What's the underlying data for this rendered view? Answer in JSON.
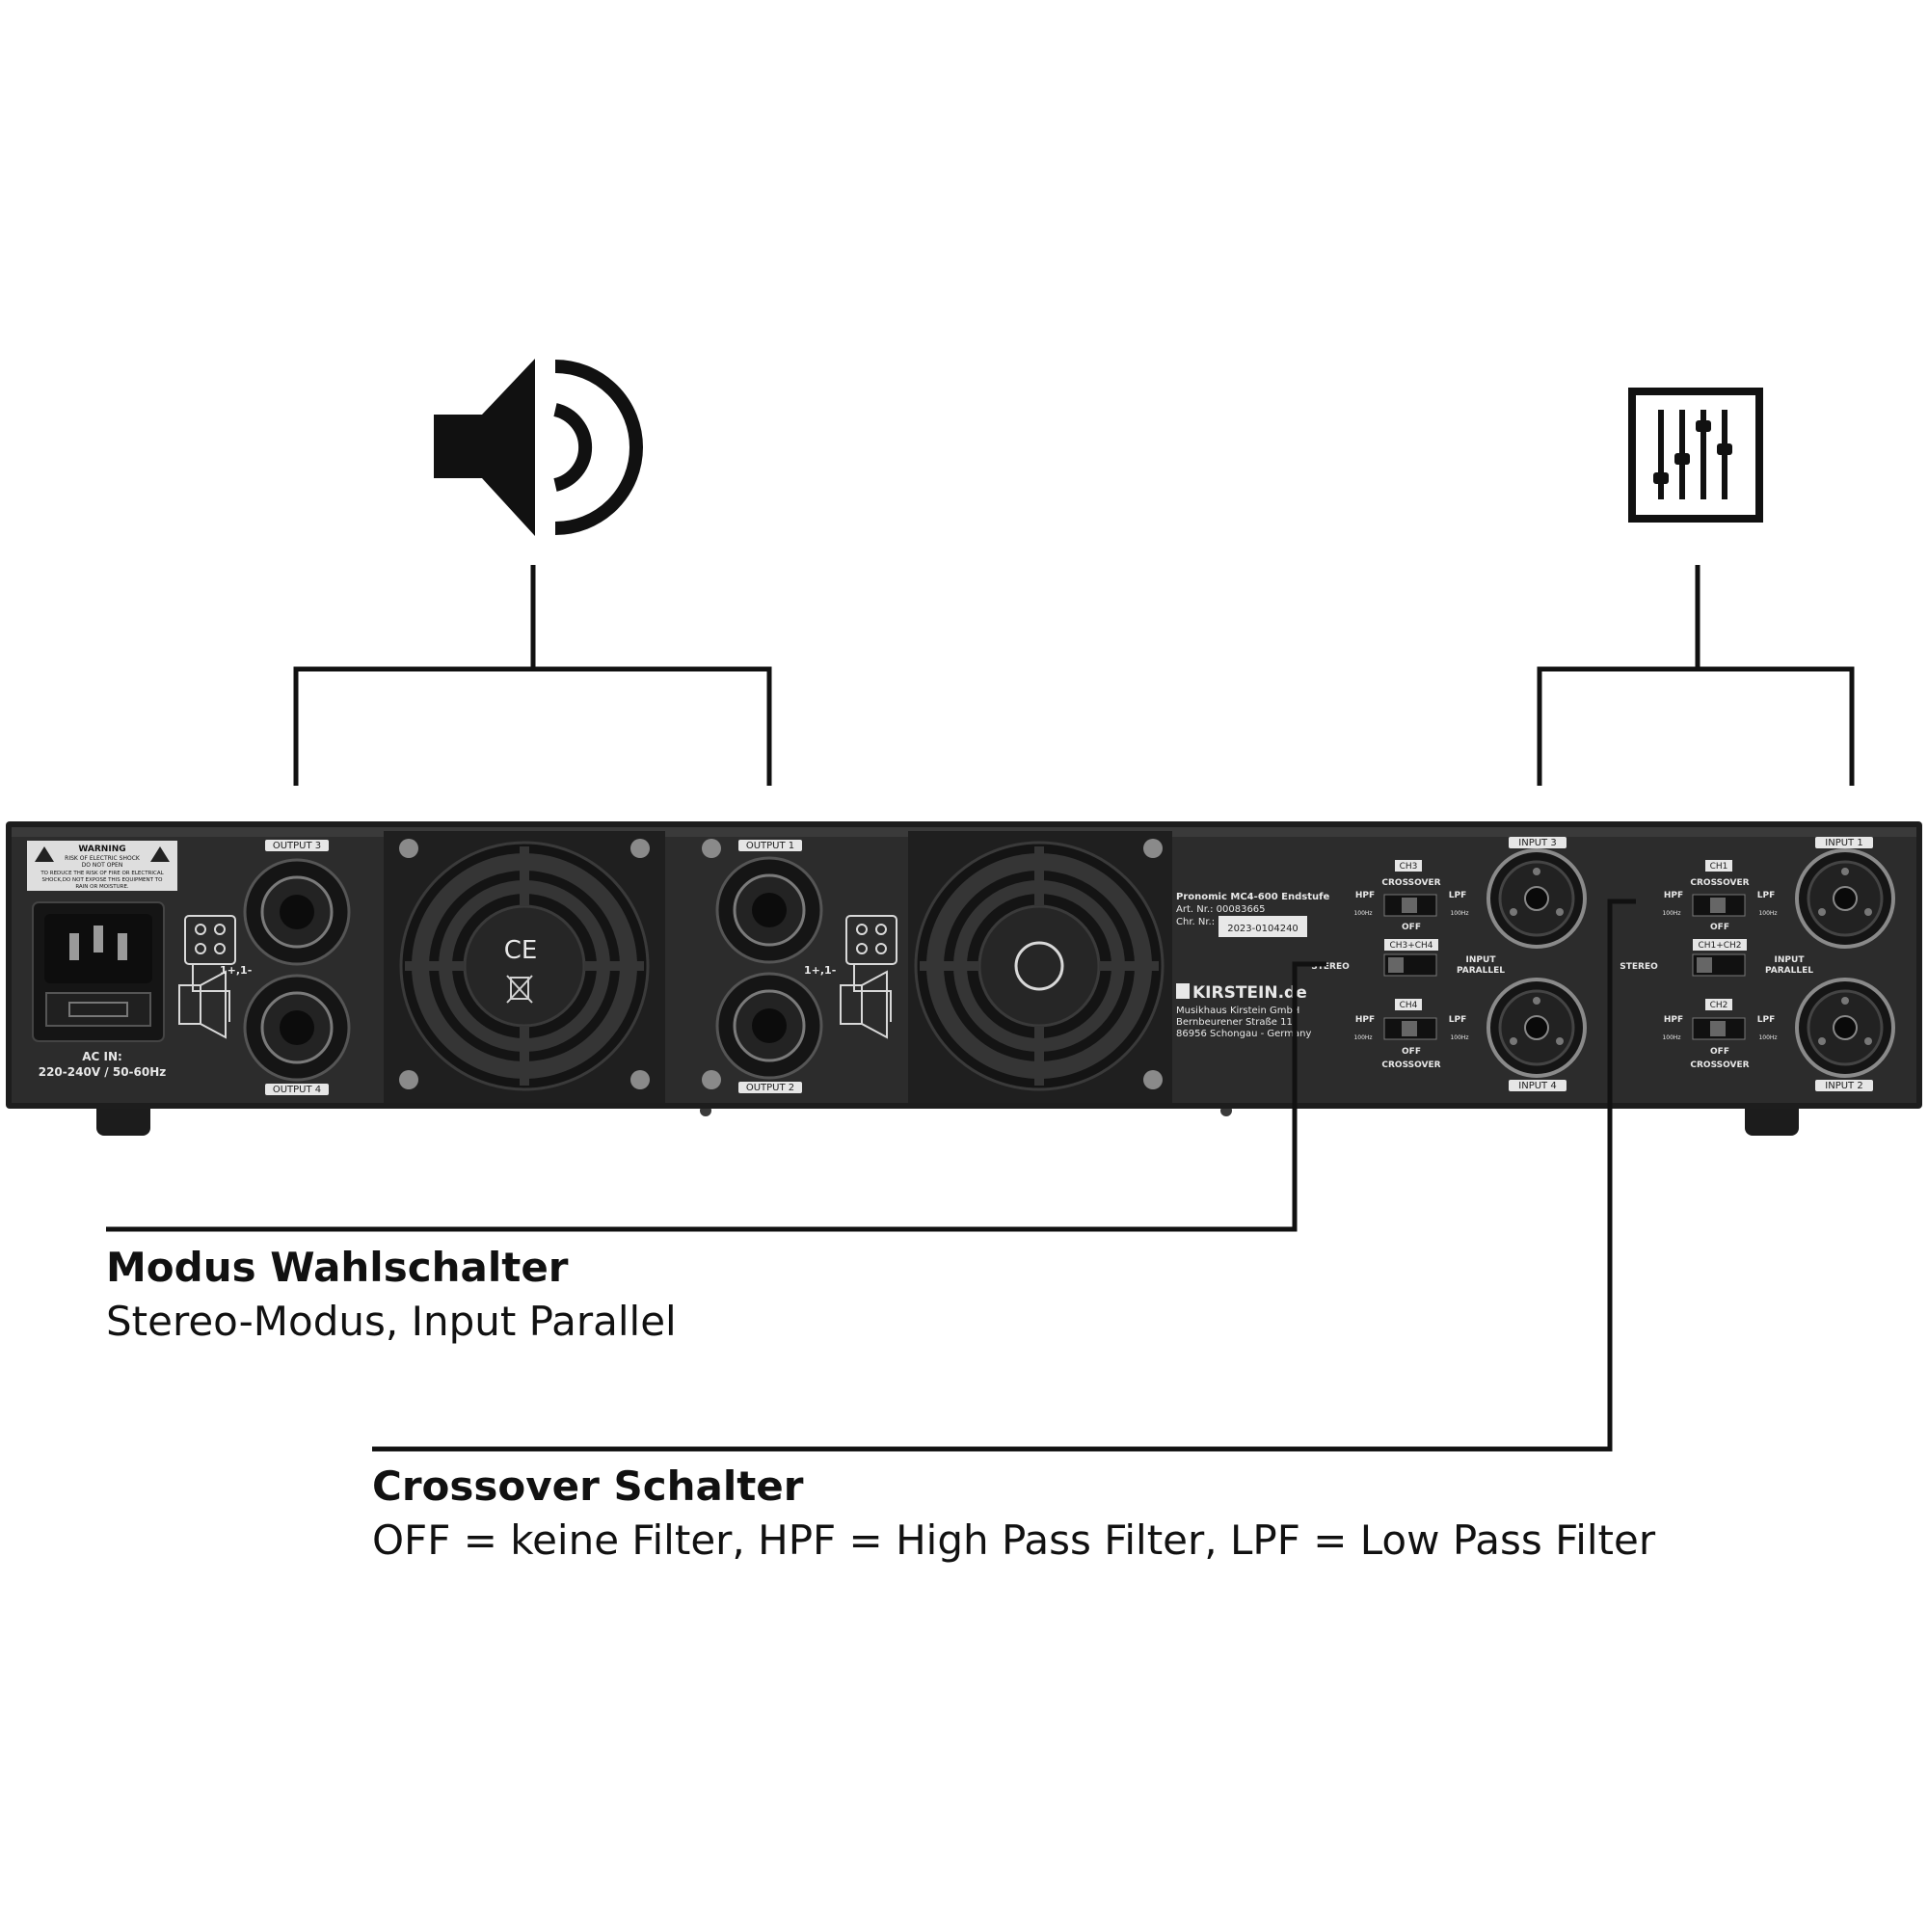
{
  "icons": {
    "speaker": "speaker-icon",
    "mixer": "mixer-faders-icon"
  },
  "panel": {
    "warning": {
      "line1": "WARNING",
      "line2": "RISK OF ELECTRIC SHOCK",
      "line3": "DO NOT OPEN",
      "line4": "TO REDUCE THE RISK OF FIRE OR ELECTRICAL",
      "line5": "SHOCK,DO NOT EXPOSE THIS EQUIPMENT TO",
      "line6": "RAIN OR MOISTURE."
    },
    "ac_in": {
      "label": "AC IN:",
      "spec": "220-240V / 50-60Hz"
    },
    "outputs": {
      "out1": "OUTPUT 1",
      "out2": "OUTPUT 2",
      "out3": "OUTPUT 3",
      "out4": "OUTPUT 4"
    },
    "pin_label": "1+,1-",
    "ce_mark": "CE",
    "label_plate": {
      "model": "Pronomic MC4-600 Endstufe",
      "art_nr": "Art. Nr.: 00083665",
      "chr_nr": "Chr. Nr.:",
      "serial": "2023-0104240"
    },
    "brand": {
      "name": "KIRSTEIN.de",
      "line1": "Musikhaus Kirstein GmbH",
      "line2": "Bernbeurener Straße 11",
      "line3": "86956 Schongau - Germany"
    },
    "inputs": {
      "in1": "INPUT 1",
      "in2": "INPUT 2",
      "in3": "INPUT 3",
      "in4": "INPUT 4"
    },
    "switch_groups": {
      "ch3": "CH3",
      "ch4": "CH4",
      "ch1": "CH1",
      "ch2": "CH2",
      "ch34": "CH3+CH4",
      "ch12": "CH1+CH2",
      "crossover": "CROSSOVER",
      "hpf": "HPF",
      "lpf": "LPF",
      "freq": "100Hz",
      "off": "OFF",
      "stereo": "STEREO",
      "input": "INPUT",
      "parallel": "PARALLEL"
    }
  },
  "callouts": {
    "mode": {
      "title": "Modus Wahlschalter",
      "desc": "Stereo-Modus, Input Parallel"
    },
    "crossover": {
      "title": "Crossover Schalter",
      "desc": "OFF = keine Filter, HPF = High Pass Filter, LPF = Low Pass Filter"
    }
  },
  "colors": {
    "panel": "#2b2b2b",
    "panel_dark": "#1a1a1a",
    "line": "#111111",
    "label_text": "#e8e8e8"
  }
}
